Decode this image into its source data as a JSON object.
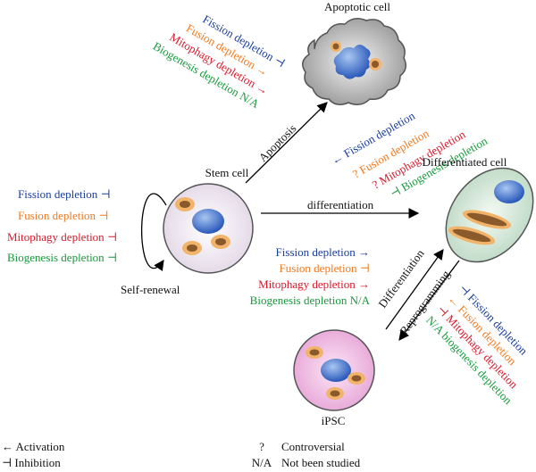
{
  "colors": {
    "fission": "#1a3d9c",
    "fusion": "#ef7a22",
    "mitophagy": "#d7192b",
    "biogenesis": "#179a3c"
  },
  "cells": {
    "apoptotic": "Apoptotic cell",
    "stem": "Stem cell",
    "differentiated": "Differentiated cell",
    "ipsc": "iPSC"
  },
  "arrows": {
    "apoptosis": "Apoptosis",
    "differentiation": "differentiation",
    "self_renewal": "Self-renewal",
    "differentiation_back": "Differentiation",
    "reprogramming": "Reprogramming"
  },
  "apoptosis_effects": {
    "fission": "Fission depletion ⊣",
    "fusion": "Fusion depletion →",
    "mitophagy": "Mitophagy depletion →",
    "biogenesis": "Biogenesis depletion N/A"
  },
  "stem_effects": {
    "fission": "Fission depletion ⊣",
    "fusion": "Fusion depletion ⊣",
    "mitophagy": "Mitophagy depletion ⊣",
    "biogenesis": "Biogenesis depletion ⊣"
  },
  "differentiation_effects": {
    "fission": "← Fission depletion",
    "fusion": "? Fusion depletion",
    "mitophagy": "? Mitophagy depletion",
    "biogenesis": "⊣ Biogenesis depletion"
  },
  "ipsc_differentiation_effects": {
    "fission": "Fission depletion →",
    "fusion": "Fusion depletion ⊣",
    "mitophagy": "Mitophagy depletion →",
    "biogenesis": "Biogenesis depletion N/A"
  },
  "reprogramming_effects": {
    "fission": "⊣ Fission depletion",
    "fusion": "← Fusion depletion",
    "mitophagy": "⊣ Mitophagy depletion",
    "biogenesis": "N/A biogenesis depletion"
  },
  "legend": {
    "activation": "← Activation",
    "inhibition": "⊣ Inhibition",
    "controversial_symbol": "?",
    "controversial": "Controversial",
    "not_studied_symbol": "N/A",
    "not_studied": "Not been studied"
  }
}
